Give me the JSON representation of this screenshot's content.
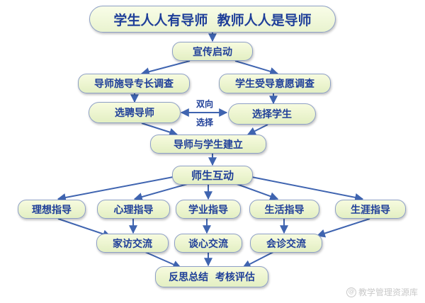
{
  "title": "学生人人有导师  教师人人是导师",
  "nodes": {
    "launch": "宣传启动",
    "mentor_survey": "导师施导专长调查",
    "student_survey": "学生受导意愿调查",
    "select_mentor": "选聘导师",
    "select_student": "选择学生",
    "establish": "导师与学生建立",
    "interaction": "师生互动",
    "ideal": "理想指导",
    "psych": "心理指导",
    "study": "学业指导",
    "life": "生活指导",
    "career": "生涯指导",
    "home_visit": "家访交流",
    "heart_talk": "谈心交流",
    "consult": "会诊交流",
    "summary": "反思总结  考核评估"
  },
  "labels": {
    "two_way": "双向",
    "selection": "选择"
  },
  "watermark": {
    "logo": "@",
    "text": "教学管理资源库"
  },
  "colors": {
    "arrow": "#3f64b0",
    "text": "#1f3f99",
    "box_fill_top": "#f7fbdf",
    "box_fill_bottom": "#e3efc3"
  }
}
